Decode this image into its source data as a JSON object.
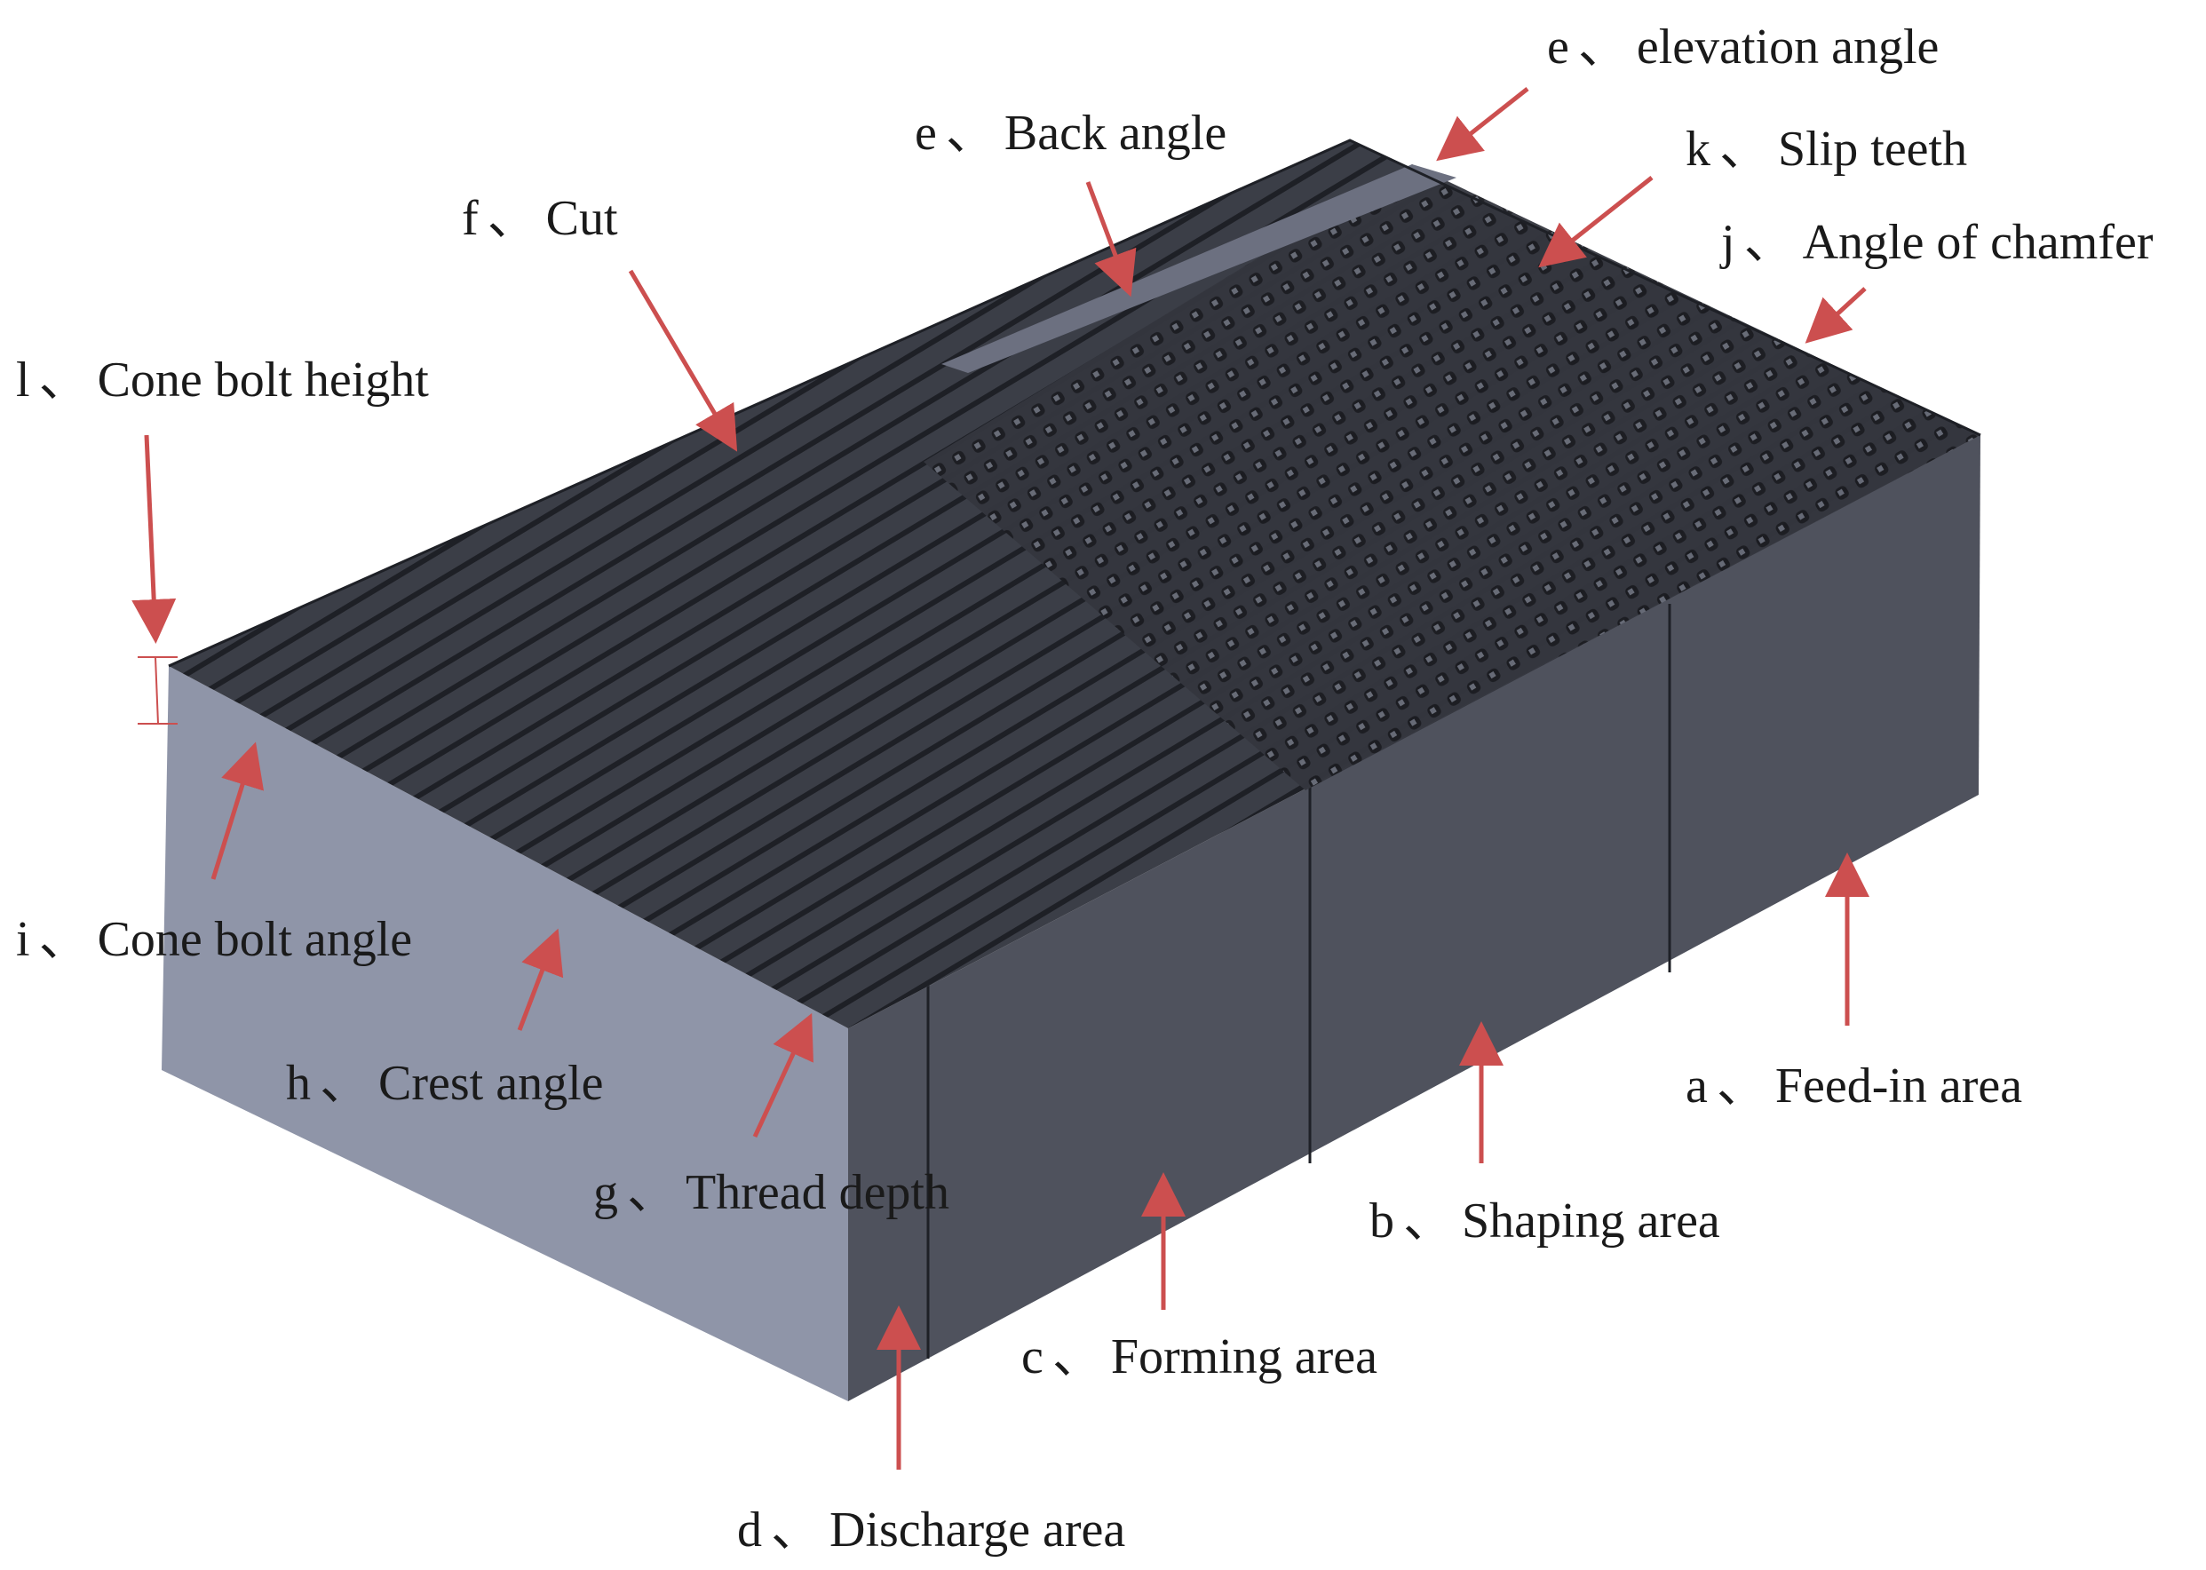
{
  "figure": {
    "subject": "Thread rolling die",
    "colors": {
      "top_face": "#3b3e47",
      "front_face": "#4f525d",
      "side_face": "#8f95a8",
      "groove_line": "#1e2026",
      "arrow": "#cc4f4f",
      "text": "#1a1a1a"
    }
  },
  "labels": [
    {
      "id": "a",
      "letter": "a",
      "sep": "、",
      "text": "Feed-in area"
    },
    {
      "id": "b",
      "letter": "b",
      "sep": "、",
      "text": "Shaping area"
    },
    {
      "id": "c",
      "letter": "c",
      "sep": "、",
      "text": "Forming area"
    },
    {
      "id": "d",
      "letter": "d",
      "sep": "、",
      "text": "Discharge area"
    },
    {
      "id": "e1",
      "letter": "e",
      "sep": "、",
      "text": "elevation angle"
    },
    {
      "id": "e2",
      "letter": "e",
      "sep": "、",
      "text": "Back angle"
    },
    {
      "id": "f",
      "letter": "f",
      "sep": "、",
      "text": "Cut"
    },
    {
      "id": "g",
      "letter": "g",
      "sep": "、",
      "text": "Thread depth"
    },
    {
      "id": "h",
      "letter": "h",
      "sep": "、",
      "text": "Crest angle"
    },
    {
      "id": "i",
      "letter": "i",
      "sep": "、",
      "text": "Cone bolt angle"
    },
    {
      "id": "j",
      "letter": "j",
      "sep": "、",
      "text": "Angle of chamfer"
    },
    {
      "id": "k",
      "letter": "k",
      "sep": "、",
      "text": "Slip teeth"
    },
    {
      "id": "l",
      "letter": "l",
      "sep": "、",
      "text": "Cone bolt height"
    }
  ]
}
